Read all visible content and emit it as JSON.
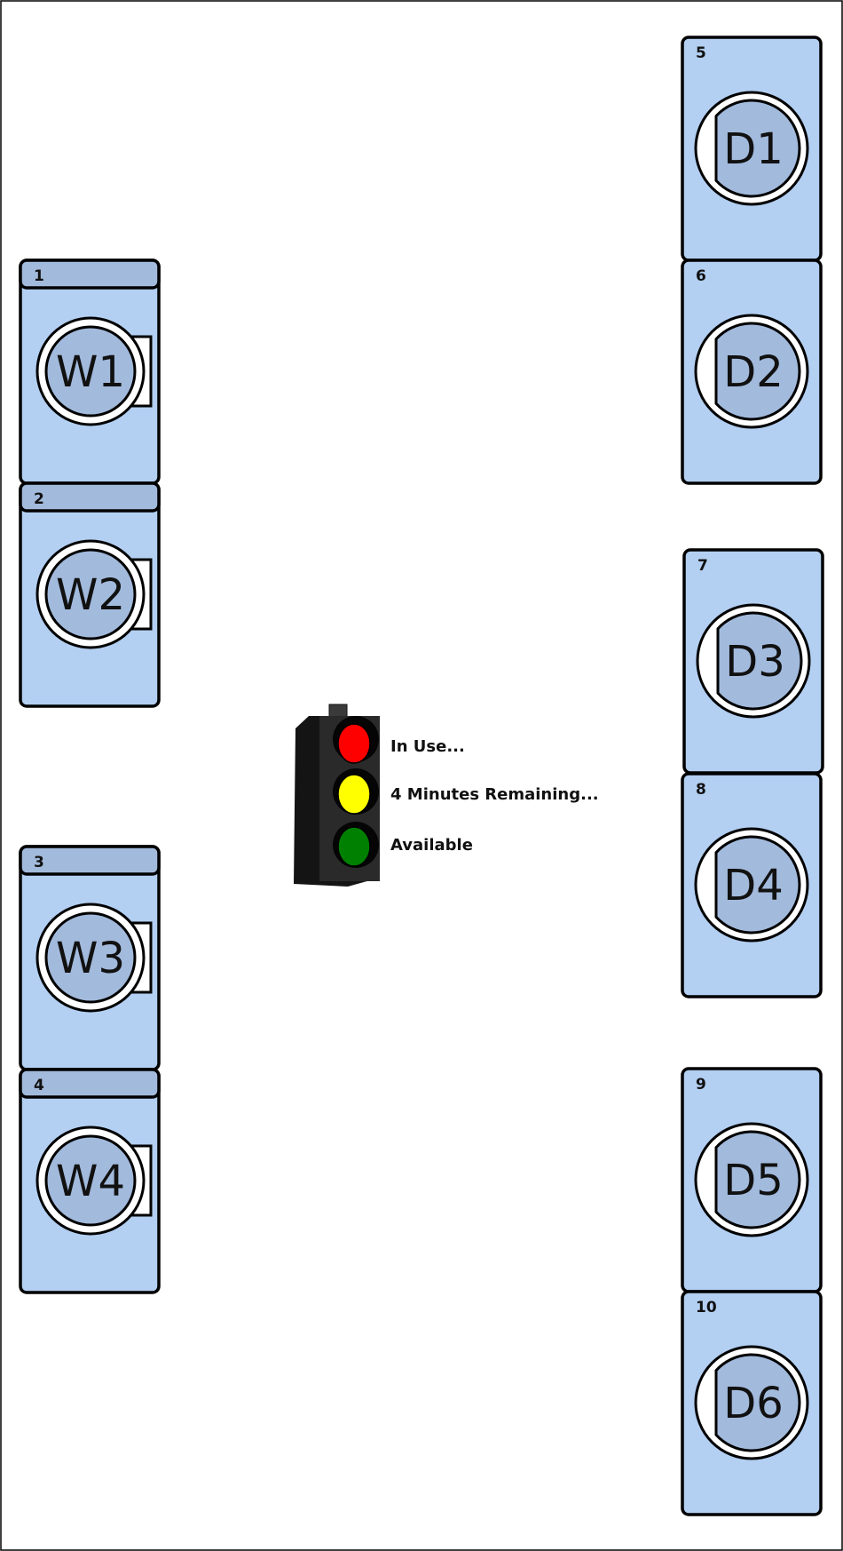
{
  "washers": [
    {
      "number": "1",
      "label": "W1"
    },
    {
      "number": "2",
      "label": "W2"
    },
    {
      "number": "3",
      "label": "W3"
    },
    {
      "number": "4",
      "label": "W4"
    }
  ],
  "dryers": [
    {
      "number": "5",
      "label": "D1"
    },
    {
      "number": "6",
      "label": "D2"
    },
    {
      "number": "7",
      "label": "D3"
    },
    {
      "number": "8",
      "label": "D4"
    },
    {
      "number": "9",
      "label": "D5"
    },
    {
      "number": "10",
      "label": "D6"
    }
  ],
  "legend": {
    "in_use": "In Use...",
    "remaining": "4 Minutes Remaining...",
    "available": "Available"
  },
  "colors": {
    "machine_body": "#b3cff2",
    "machine_accent": "#a2badc",
    "light_red": "#ff0000",
    "light_yellow": "#ffff00",
    "light_green": "#008000",
    "traffic_light_housing": "#1e1e1e"
  }
}
